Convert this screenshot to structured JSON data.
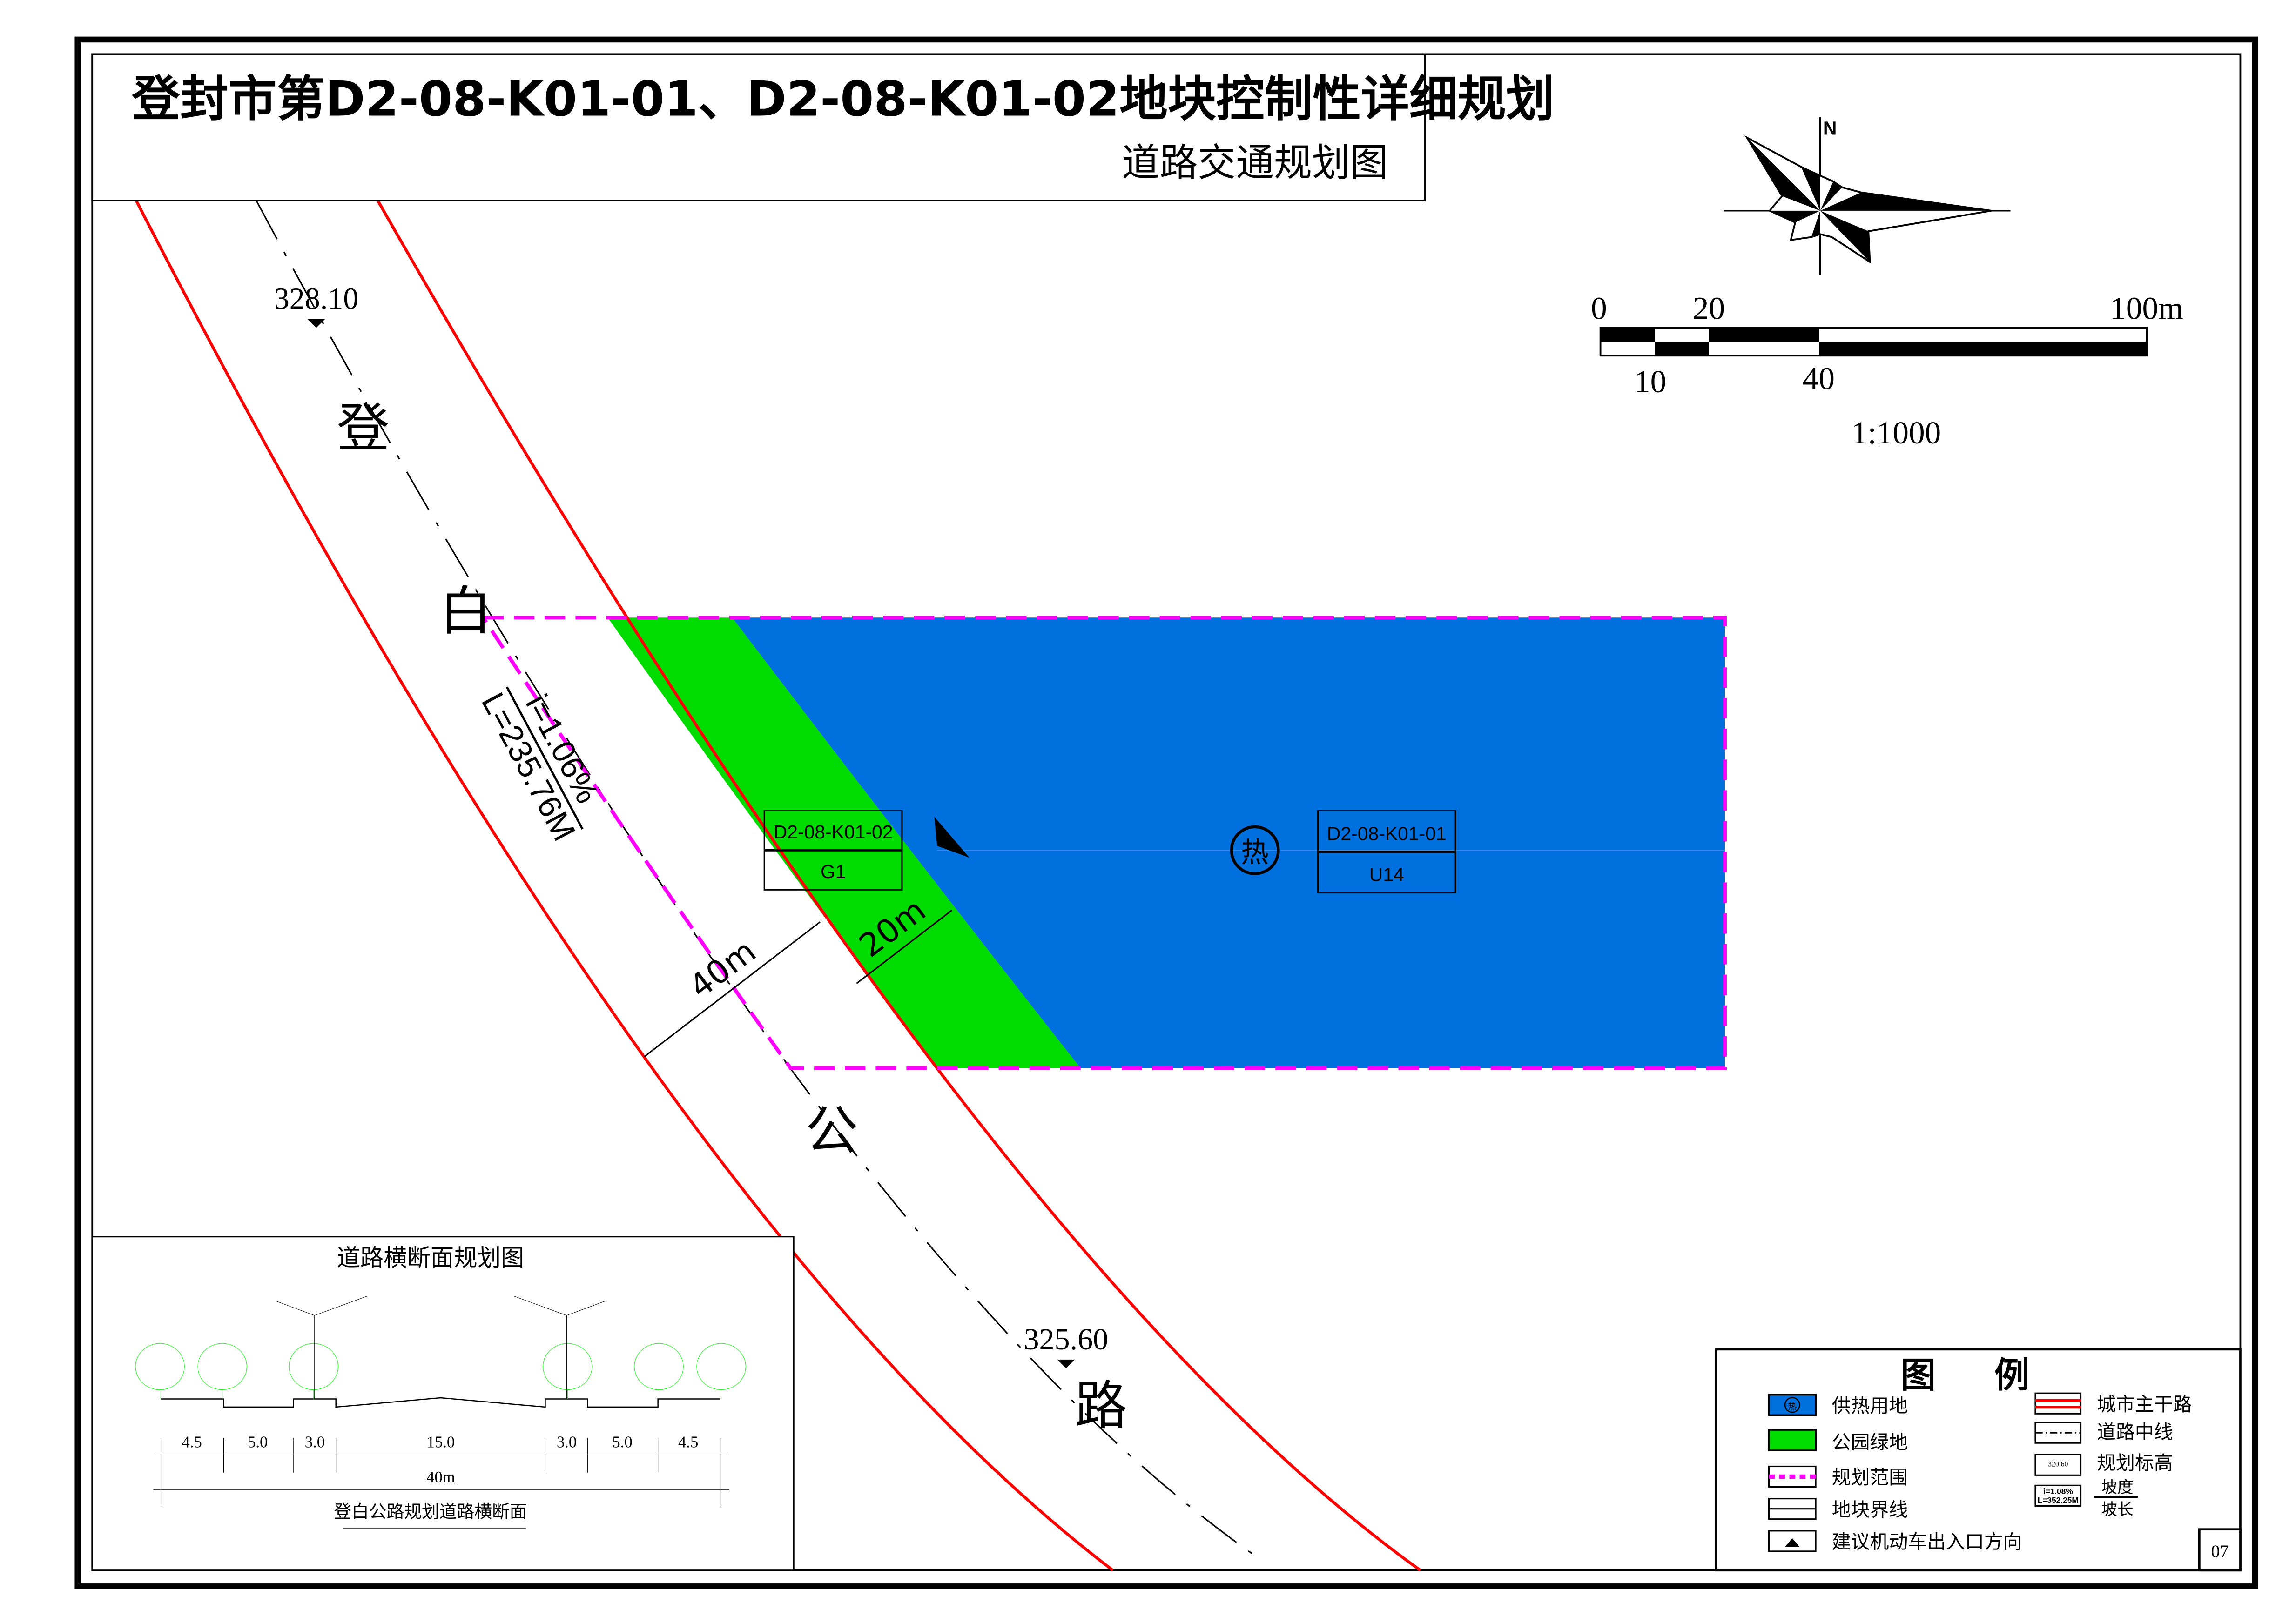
{
  "title": {
    "main": "登封市第D2-08-K01-01、D2-08-K01-02地块控制性详细规划",
    "sub": "道路交通规划图"
  },
  "compass": {
    "north": "N"
  },
  "scale": {
    "top_labels": [
      "0",
      "20",
      "100m"
    ],
    "bottom_labels": [
      "10",
      "40"
    ],
    "ratio": "1:1000"
  },
  "road": {
    "name_chars": [
      "登",
      "白",
      "公",
      "路"
    ],
    "elevation_top": "328.10",
    "elevation_bottom": "325.60",
    "slope": "i=1.06%",
    "length": "L=235.76M",
    "road_width": "40m",
    "green_width": "20m"
  },
  "parcels": [
    {
      "code": "D2-08-K01-02",
      "type": "G1"
    },
    {
      "code": "D2-08-K01-01",
      "type": "U14",
      "symbol": "热"
    }
  ],
  "section": {
    "title": "道路横断面规划图",
    "segments": [
      "4.5",
      "5.0",
      "3.0",
      "15.0",
      "3.0",
      "5.0",
      "4.5"
    ],
    "total": "40m",
    "caption": "登白公路规划道路横断面"
  },
  "legend": {
    "title_chars": [
      "图",
      "例"
    ],
    "left": [
      {
        "label": "供热用地",
        "symbol": "热"
      },
      {
        "label": "公园绿地"
      },
      {
        "label": "规划范围"
      },
      {
        "label": "地块界线"
      },
      {
        "label": "建议机动车出入口方向"
      }
    ],
    "right": [
      {
        "label": "城市主干路"
      },
      {
        "label": "道路中线"
      },
      {
        "label": "规划标高",
        "sample": "320.60"
      },
      {
        "label_top": "坡度",
        "label_bottom": "坡长",
        "sample_top": "i=1.08%",
        "sample_bottom": "L=352.25M"
      }
    ]
  },
  "page_number": "07",
  "colors": {
    "heating_land": "#0070de",
    "park_green": "#00dc00",
    "plan_boundary": "#ff00ff",
    "road_edge": "#ff0000",
    "tree": "#00ff00"
  }
}
